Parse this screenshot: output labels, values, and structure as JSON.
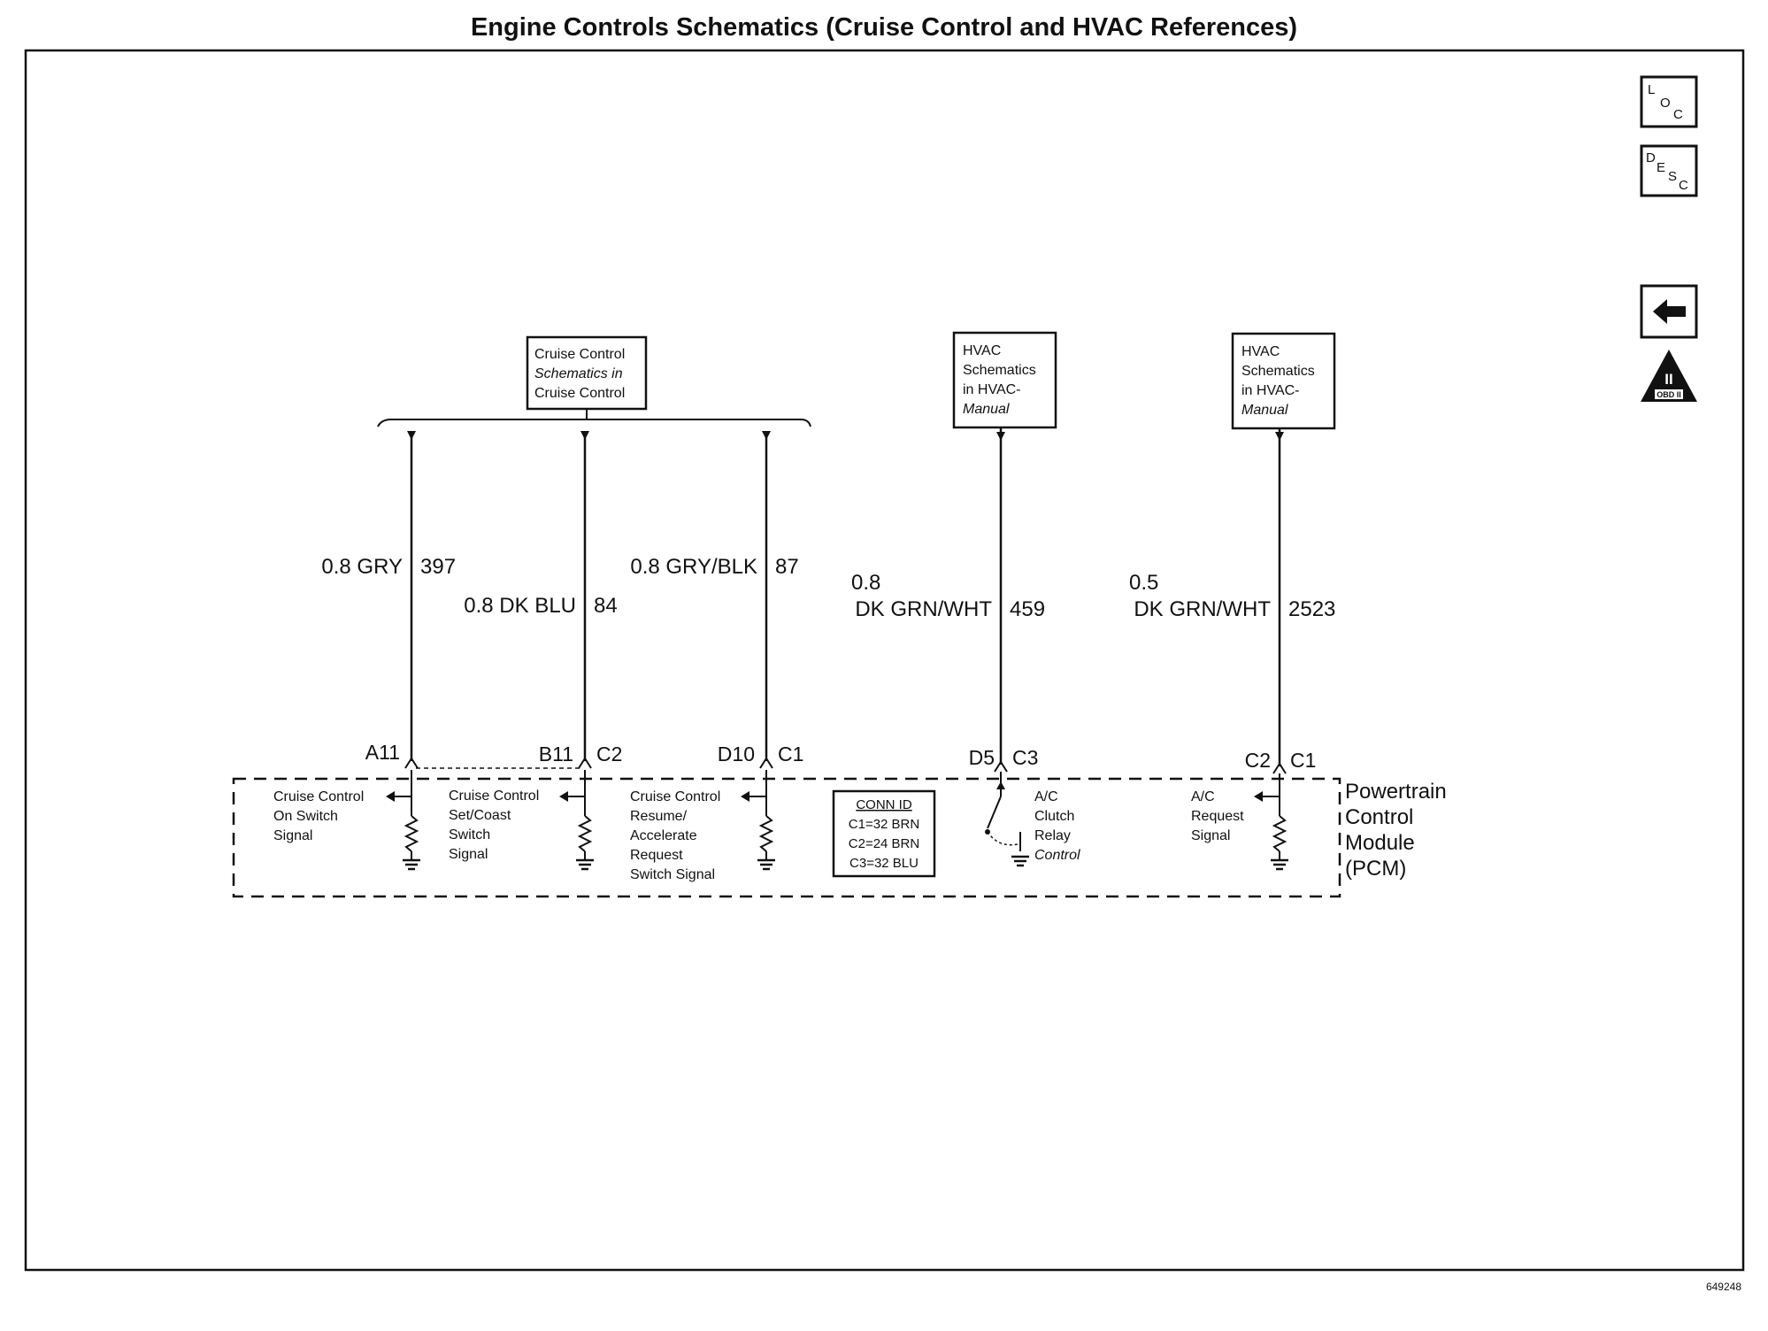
{
  "title": "Engine Controls Schematics (Cruise Control and HVAC References)",
  "figure_id": "649248",
  "side_icons": [
    {
      "name": "loc-icon",
      "glyphs": [
        "L",
        "O",
        "C"
      ]
    },
    {
      "name": "desc-icon",
      "glyphs": [
        "D",
        "E",
        "S",
        "C"
      ]
    },
    {
      "name": "back-arrow-icon"
    },
    {
      "name": "obd-ii-icon",
      "numeral": "II",
      "text": "OBD II"
    }
  ],
  "references": {
    "cruise": [
      "Cruise Control",
      "Schematics in",
      "Cruise Control"
    ],
    "hvac1": [
      "HVAC",
      "Schematics",
      "in HVAC-",
      "Manual"
    ],
    "hvac2": [
      "HVAC",
      "Schematics",
      "in HVAC-",
      "Manual"
    ]
  },
  "wires": [
    {
      "gauge_color": "0.8 GRY",
      "circuit": "397",
      "pin": "A11"
    },
    {
      "gauge_color": "0.8 DK BLU",
      "circuit": "84",
      "pin": "B11",
      "connector": "C2"
    },
    {
      "gauge_color": "0.8 GRY/BLK",
      "circuit": "87",
      "pin": "D10",
      "connector": "C1"
    },
    {
      "gauge": "0.8",
      "color": "DK GRN/WHT",
      "circuit": "459",
      "pin": "D5",
      "connector": "C3"
    },
    {
      "gauge": "0.5",
      "color": "DK GRN/WHT",
      "circuit": "2523",
      "pin": "C2",
      "connector": "C1"
    }
  ],
  "signals": [
    [
      "Cruise Control",
      "On Switch",
      "Signal"
    ],
    [
      "Cruise Control",
      "Set/Coast",
      "Switch",
      "Signal"
    ],
    [
      "Cruise Control",
      "Resume/",
      "Accelerate",
      "Request",
      "Switch Signal"
    ],
    [
      "A/C",
      "Clutch",
      "Relay",
      "Control"
    ],
    [
      "A/C",
      "Request",
      "Signal"
    ]
  ],
  "conn_id": {
    "header": "CONN ID",
    "rows": [
      "C1=32 BRN",
      "C2=24 BRN",
      "C3=32 BLU"
    ]
  },
  "module": [
    "Powertrain",
    "Control",
    "Module",
    "(PCM)"
  ]
}
